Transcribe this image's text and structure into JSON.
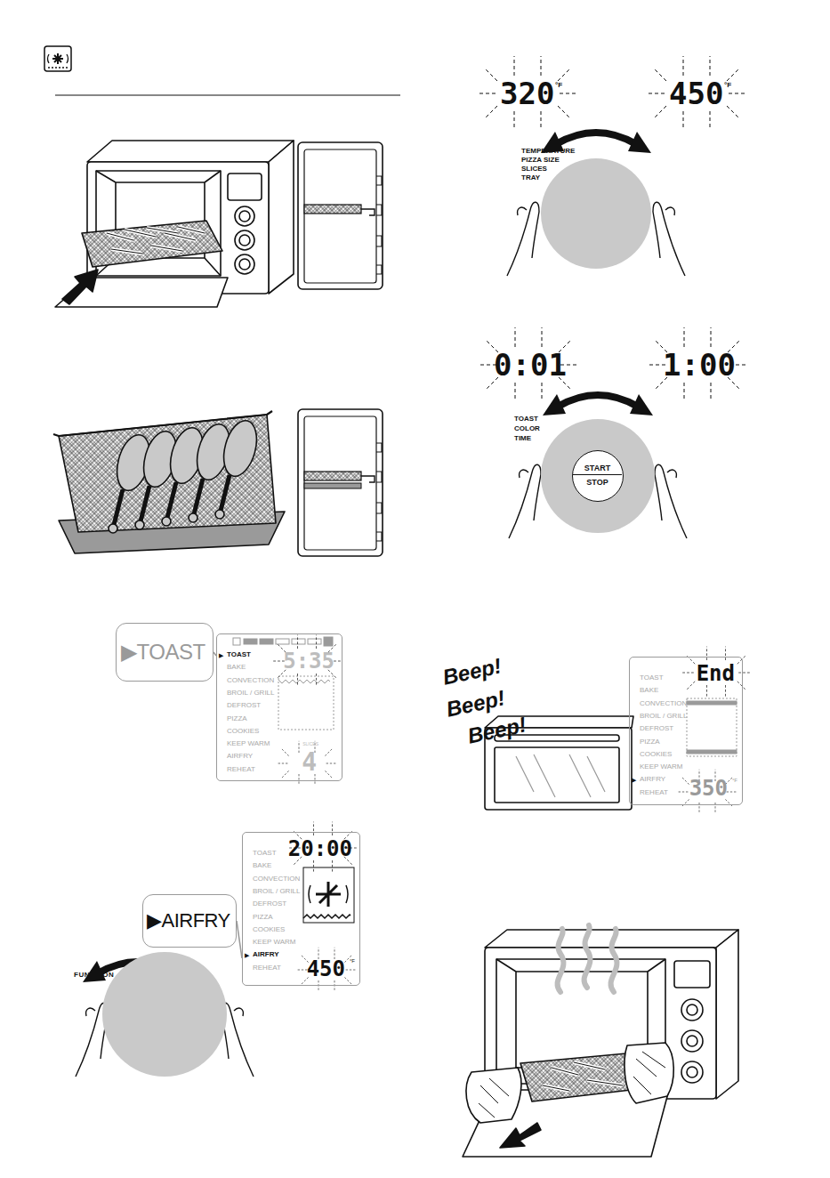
{
  "diagram": {
    "nodes": [
      {
        "text": [
          "▶TOAST"
        ]
      },
      {
        "text": [
          "5:35",
          "▶",
          "TOAST",
          "BAKE",
          "CONVECTION",
          "BROIL / GRILL",
          "DEFROST",
          "PIZZA",
          "COOKIES",
          "KEEP WARM",
          "AIRFRY",
          "REHEAT",
          "SLICES",
          "4"
        ]
      },
      {
        "text": [
          "▶AIRFRY"
        ]
      },
      {
        "text": [
          "20:00",
          "TOAST",
          "BAKE",
          "CONVECTION",
          "BROIL / GRILL",
          "DEFROST",
          "PIZZA",
          "COOKIES",
          "KEEP WARM",
          "▶",
          "AIRFRY",
          "REHEAT",
          "450",
          "°F"
        ]
      },
      {
        "text": [
          "FUNCTION"
        ]
      },
      {
        "text": [
          "TEMPERATURE",
          "PIZZA SIZE",
          "SLICES",
          "TRAY"
        ]
      },
      {
        "text": [
          "TOAST",
          "COLOR",
          "TIME"
        ]
      },
      {
        "text": [
          "START",
          "STOP"
        ],
        "in": 6
      },
      {
        "text": [
          "End",
          "TOAST",
          "BAKE",
          "CONVECTION",
          "BROIL / GRILL",
          "DEFROST",
          "PIZZA",
          "COOKIES",
          "KEEP WARM",
          "▶",
          "AIRFRY",
          "REHEAT",
          "350",
          "°F"
        ]
      }
    ],
    "edges": [
      {
        "from": 0,
        "to": 1,
        "arrow": "none"
      },
      {
        "from": 2,
        "to": 3,
        "arrow": "none"
      }
    ],
    "labels": [
      "320",
      "°F",
      "450",
      "°F",
      "0:01",
      "1:00",
      "Beep!",
      "Beep!",
      "Beep!"
    ]
  }
}
